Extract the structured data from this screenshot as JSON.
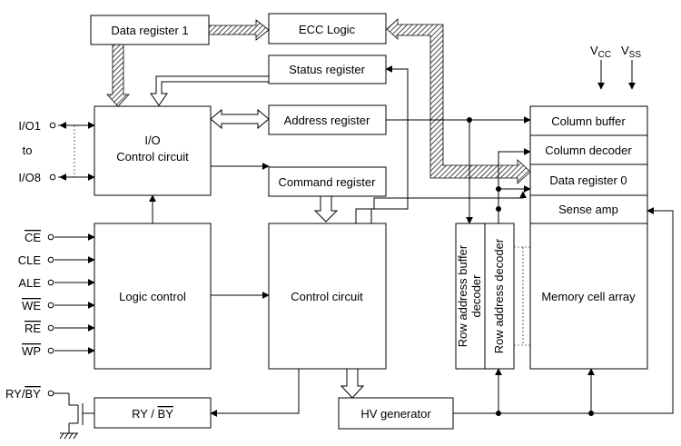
{
  "blocks": {
    "data_register_1": "Data register 1",
    "ecc_logic": "ECC Logic",
    "status_register": "Status register",
    "address_register": "Address register",
    "command_register": "Command register",
    "io_control_line1": "I/O",
    "io_control_line2": "Control circuit",
    "logic_control": "Logic control",
    "control_circuit": "Control circuit",
    "column_buffer": "Column buffer",
    "column_decoder": "Column decoder",
    "data_register_0": "Data register 0",
    "sense_amp": "Sense amp",
    "memory_cell_array": "Memory cell array",
    "row_address_buffer_line1": "Row address buffer",
    "row_address_buffer_line2": "decoder",
    "row_address_decoder": "Row address decoder",
    "hv_generator": "HV generator",
    "ry_by_prefix": "RY / ",
    "ry_by_bar": "BY"
  },
  "pins": {
    "io1": "I/O1",
    "to": "to",
    "io8": "I/O8",
    "ce": "CE",
    "cle": "CLE",
    "ale": "ALE",
    "we": "WE",
    "re": "RE",
    "wp": "WP",
    "ry_by_prefix": "RY/",
    "ry_by_bar": "BY"
  },
  "power": {
    "vcc_v": "V",
    "vcc_sub": "CC",
    "vss_v": "V",
    "vss_sub": "SS"
  }
}
